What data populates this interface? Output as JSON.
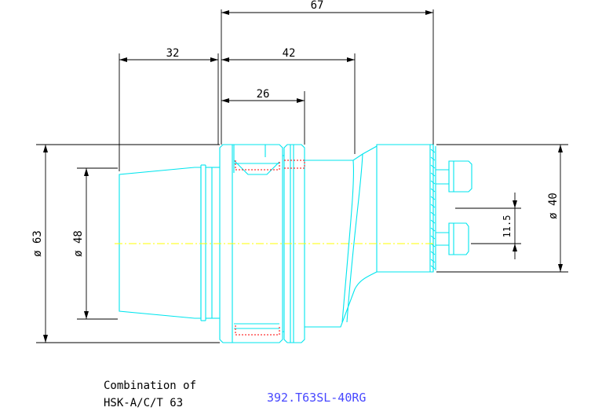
{
  "drawing": {
    "dimensions": {
      "overall_length": "67",
      "taper_length": "32",
      "collar_length": "42",
      "flange_length": "26",
      "flange_diameter": "ø 63",
      "taper_diameter": "ø 48",
      "outlet_diameter": "ø 40",
      "key_offset": "11.5"
    },
    "notes": {
      "combination_line1": "Combination of",
      "combination_line2": "HSK-A/C/T 63"
    },
    "part_number": "392.T63SL-40RG",
    "colors": {
      "outline": "#00e5ee",
      "dimension": "#000000",
      "hidden": "#ff0000",
      "centerline": "#ffff00",
      "part_number": "#4848ff"
    }
  }
}
